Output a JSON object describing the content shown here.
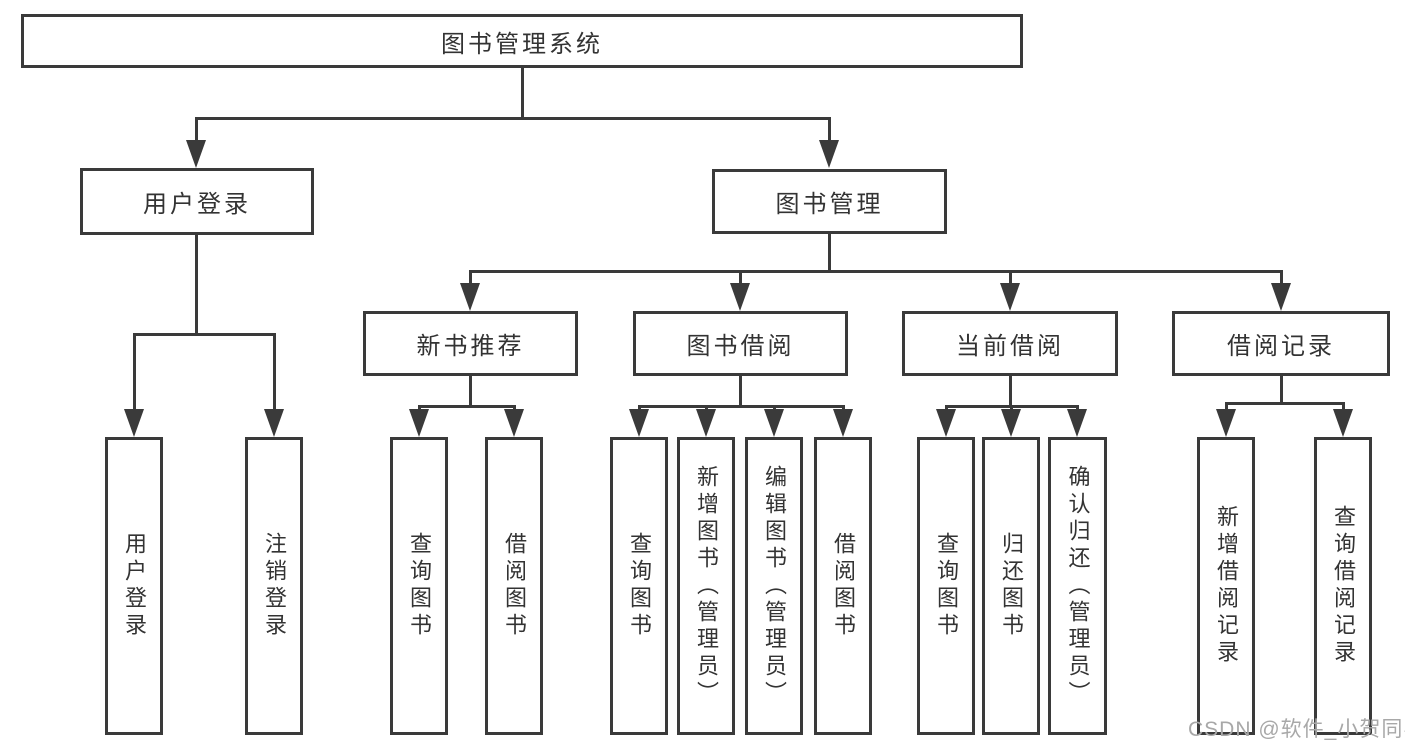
{
  "colors": {
    "background": "#ffffff",
    "line": "#3a3a3a",
    "text": "#333333",
    "watermark": "#a8a8a8"
  },
  "tree": {
    "root": "图书管理系统",
    "level2": {
      "user_login": "用户登录",
      "book_management": "图书管理"
    },
    "level3": {
      "new_book_recommend": "新书推荐",
      "book_borrow": "图书借阅",
      "current_borrow": "当前借阅",
      "borrow_records": "借阅记录"
    },
    "leaves": {
      "user_login": [
        "用户登录",
        "注销登录"
      ],
      "new_book_recommend": [
        "查询图书",
        "借阅图书"
      ],
      "book_borrow": [
        "查询图书",
        "新增图书（管理员）",
        "编辑图书（管理员）",
        "借阅图书"
      ],
      "current_borrow": [
        "查询图书",
        "归还图书",
        "确认归还（管理员）"
      ],
      "borrow_records": [
        "新增借阅记录",
        "查询借阅记录"
      ]
    }
  },
  "watermark": "CSDN @软件_小贺同学"
}
